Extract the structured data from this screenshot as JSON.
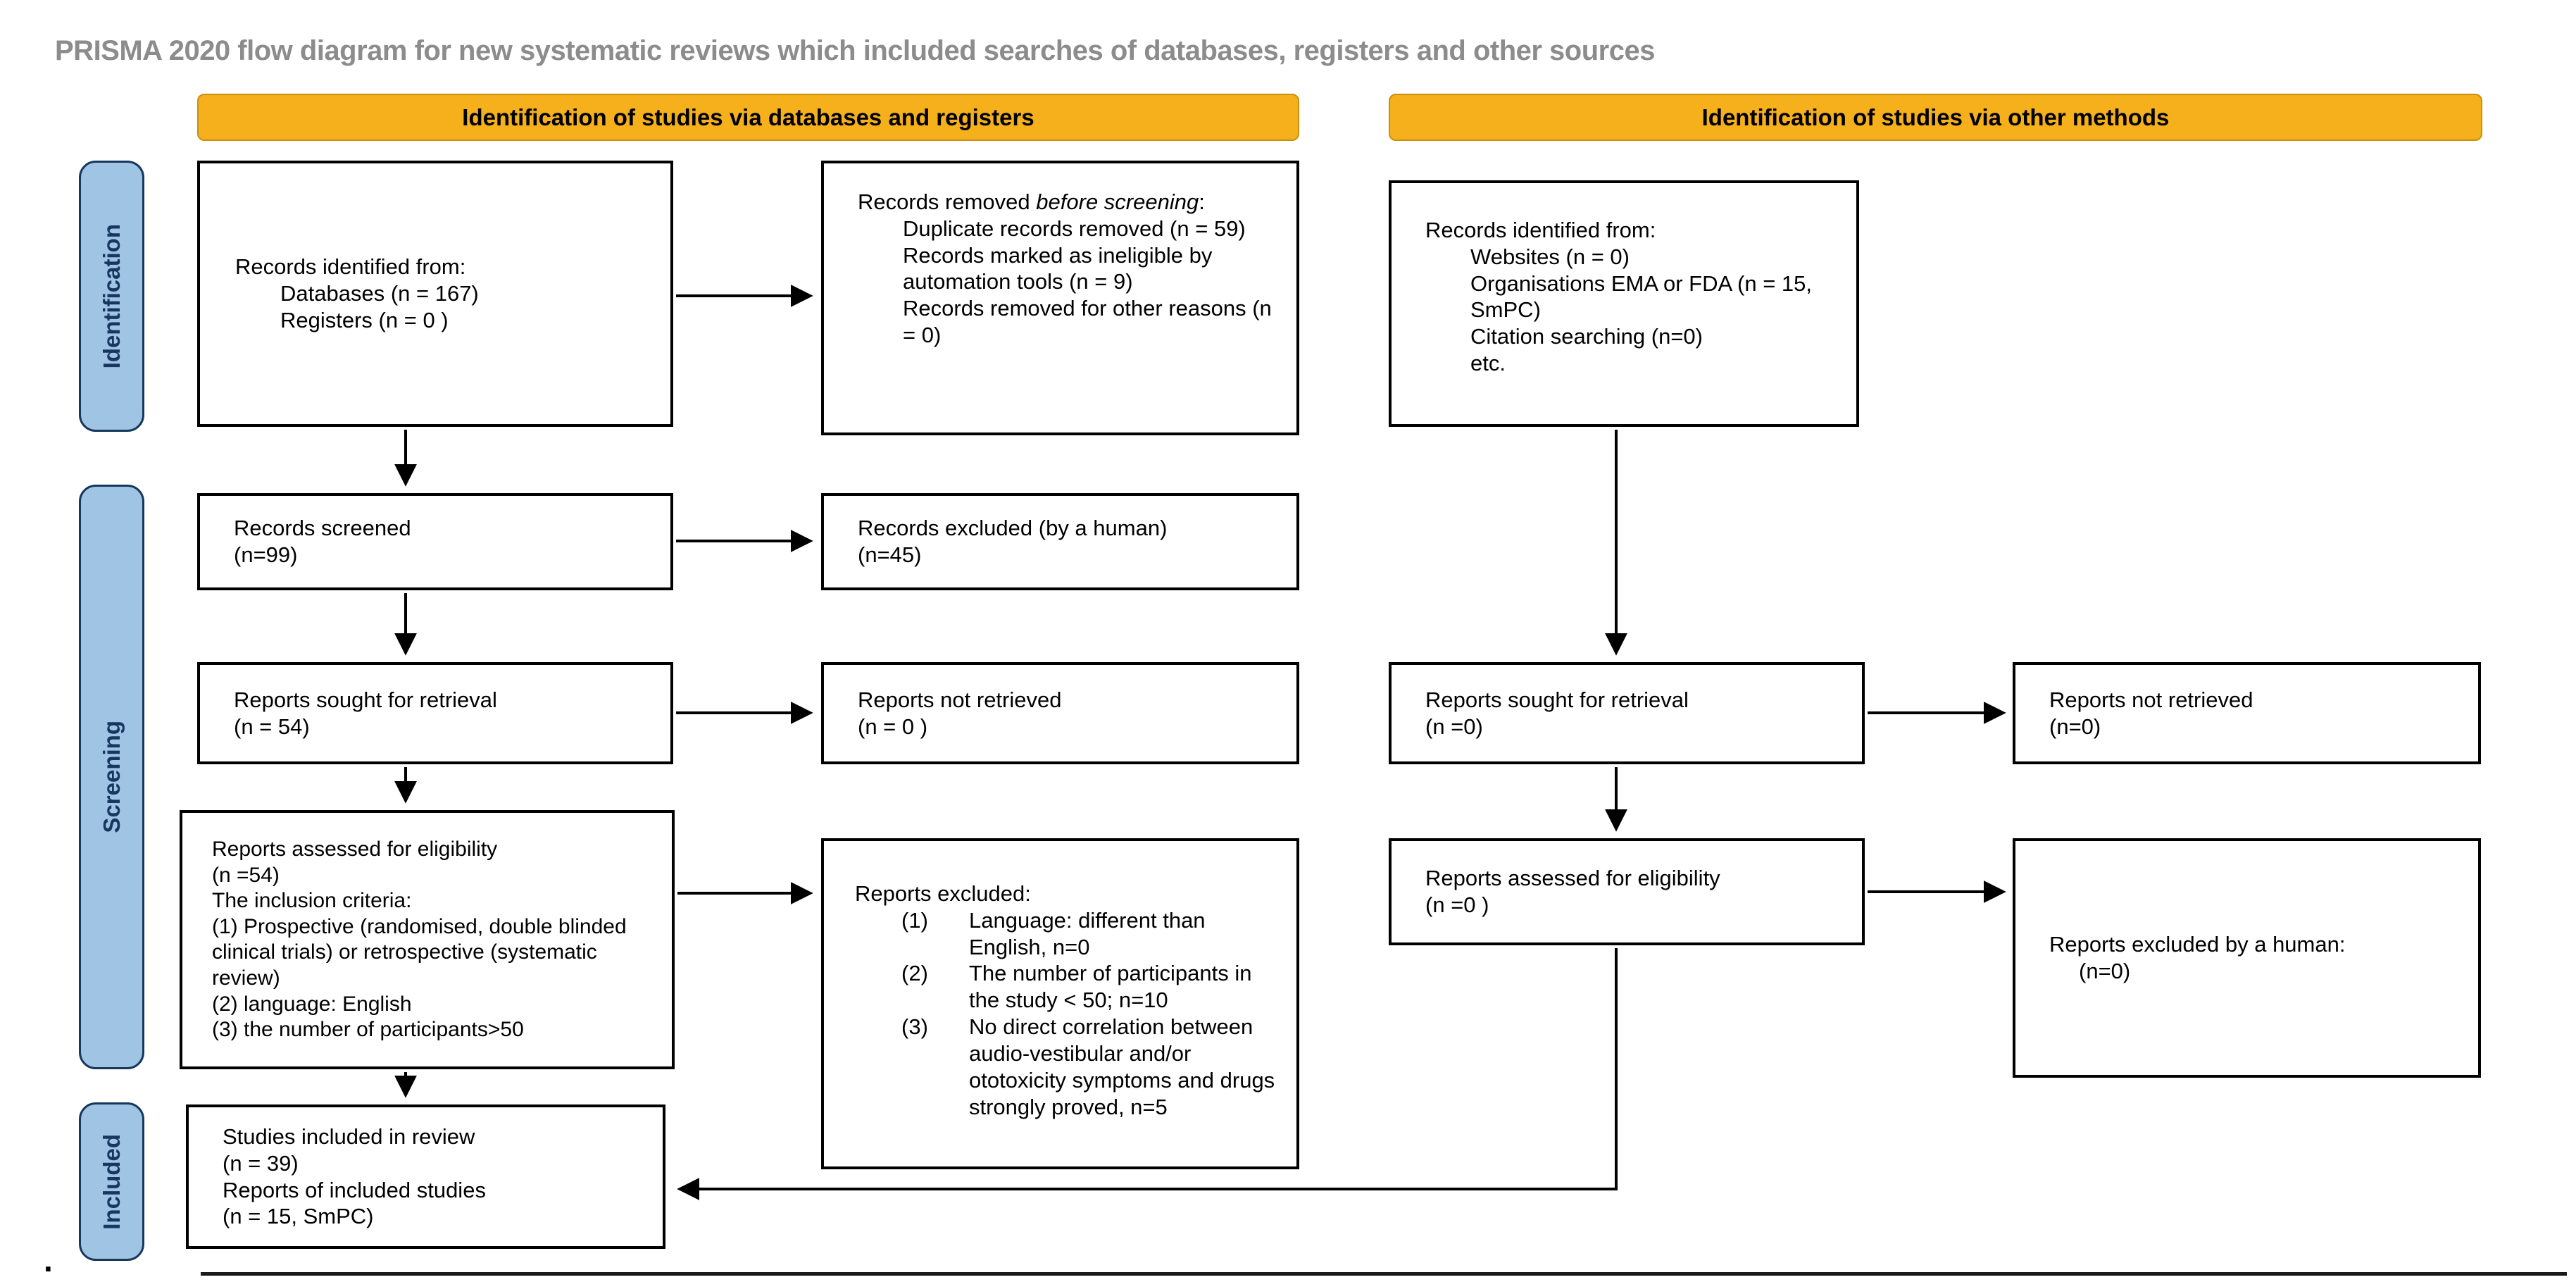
{
  "title": "PRISMA 2020 flow diagram for new systematic reviews which included searches of databases, registers and other sources",
  "colors": {
    "banner_bg": "#F5B01B",
    "banner_text": "#000000",
    "sidebar_bg": "#A0C4E4",
    "sidebar_border": "#17375E",
    "sidebar_text": "#17375E",
    "box_border": "#000000",
    "title_text": "#8C8C8C"
  },
  "banners": {
    "databases": "Identification of studies via databases and registers",
    "other": "Identification of studies via other methods"
  },
  "sidebar": {
    "identification": "Identification",
    "screening": "Screening",
    "included": "Included"
  },
  "boxes": {
    "identified_db": {
      "l1": "Records identified from:",
      "l2": "Databases (n = 167)",
      "l3": "Registers (n = 0 )"
    },
    "records_removed": {
      "lead_normal": "Records removed ",
      "lead_italic": "before screening",
      "lead_suffix": ":",
      "items": [
        "Duplicate records removed (n = 59)",
        "Records marked as ineligible by automation tools (n = 9)",
        "Records removed for other reasons (n = 0)"
      ]
    },
    "identified_other": {
      "l1": "Records identified from:",
      "items": [
        "Websites (n = 0)",
        "Organisations EMA or FDA (n = 15, SmPC)",
        "Citation searching (n=0)",
        "etc."
      ]
    },
    "records_screened": {
      "l1": "Records screened",
      "l2": "(n=99)"
    },
    "records_excluded": {
      "l1": "Records excluded (by a human)",
      "l2": "(n=45)"
    },
    "reports_sought_db": {
      "l1": "Reports sought for retrieval",
      "l2": "(n = 54)"
    },
    "reports_not_retrieved_db": {
      "l1": "Reports not retrieved",
      "l2": "(n = 0 )"
    },
    "reports_sought_other": {
      "l1": "Reports sought for retrieval",
      "l2": "(n =0)"
    },
    "reports_not_retrieved_other": {
      "l1": "Reports not retrieved",
      "l2": "(n=0)"
    },
    "assessed_db": {
      "p1": "Reports assessed for eligibility",
      "p2": "(n =54)",
      "p3": "The inclusion criteria:",
      "p4": "(1) Prospective (randomised, double blinded clinical trials) or retrospective (systematic review)",
      "p5": "(2) language: English",
      "p6": "(3) the number of participants>50"
    },
    "reports_excluded": {
      "l1": "Reports excluded:",
      "items": [
        {
          "num": "(1)",
          "text": "Language: different than English, n=0"
        },
        {
          "num": "(2)",
          "text": "The number of participants in the study  < 50; n=10"
        },
        {
          "num": "(3)",
          "text": "No direct correlation between audio-vestibular and/or ototoxicity symptoms and drugs strongly proved, n=5"
        }
      ]
    },
    "assessed_other": {
      "l1": "Reports assessed for eligibility",
      "l2": "(n =0 )"
    },
    "excluded_other": {
      "l1": "Reports excluded by a human:",
      "l2": "(n=0)"
    },
    "included": {
      "l1": "Studies included in review",
      "l2": "(n = 39)",
      "l3": "Reports of included studies",
      "l4": "(n = 15, SmPC)"
    }
  },
  "footnote": "."
}
